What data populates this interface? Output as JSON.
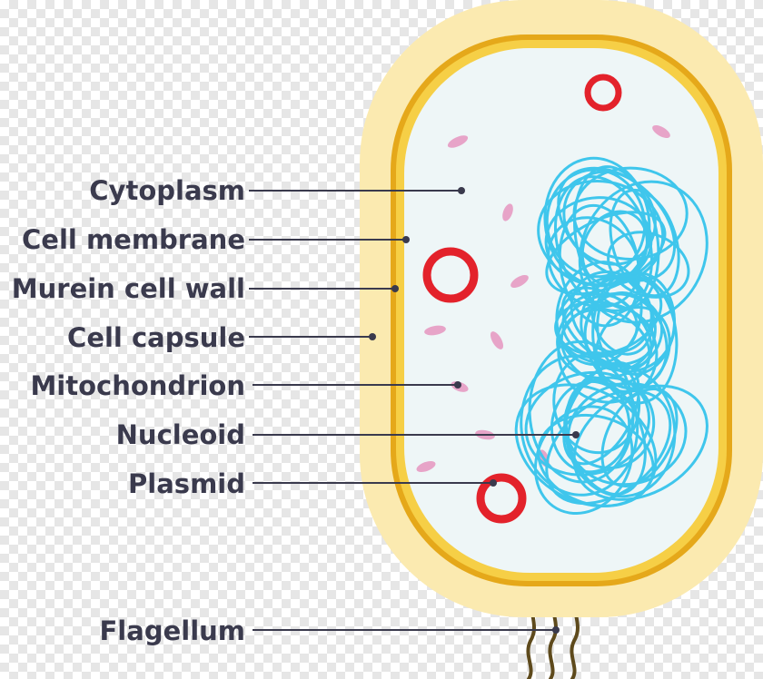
{
  "diagram": {
    "labels": {
      "cytoplasm": "Cytoplasm",
      "cell_membrane": "Cell membrane",
      "murein_cell_wall": "Murein cell wall",
      "cell_capsule": "Cell capsule",
      "mitochondrion": "Mitochondrion",
      "nucleoid": "Nucleoid",
      "plasmid": "Plasmid",
      "flagellum": "Flagellum"
    },
    "colors": {
      "capsule": "#fbeab0",
      "cell_wall": "#e5a81a",
      "membrane": "#f6cf46",
      "cytoplasm": "#eef6f7",
      "nucleoid": "#3fc6ec",
      "plasmid": "#e3222b",
      "mitochondria": "#e7a4c8",
      "flagellum": "#5e4a1c",
      "label_text": "#3a3a4d",
      "leader_line": "#3a3a4d"
    }
  }
}
